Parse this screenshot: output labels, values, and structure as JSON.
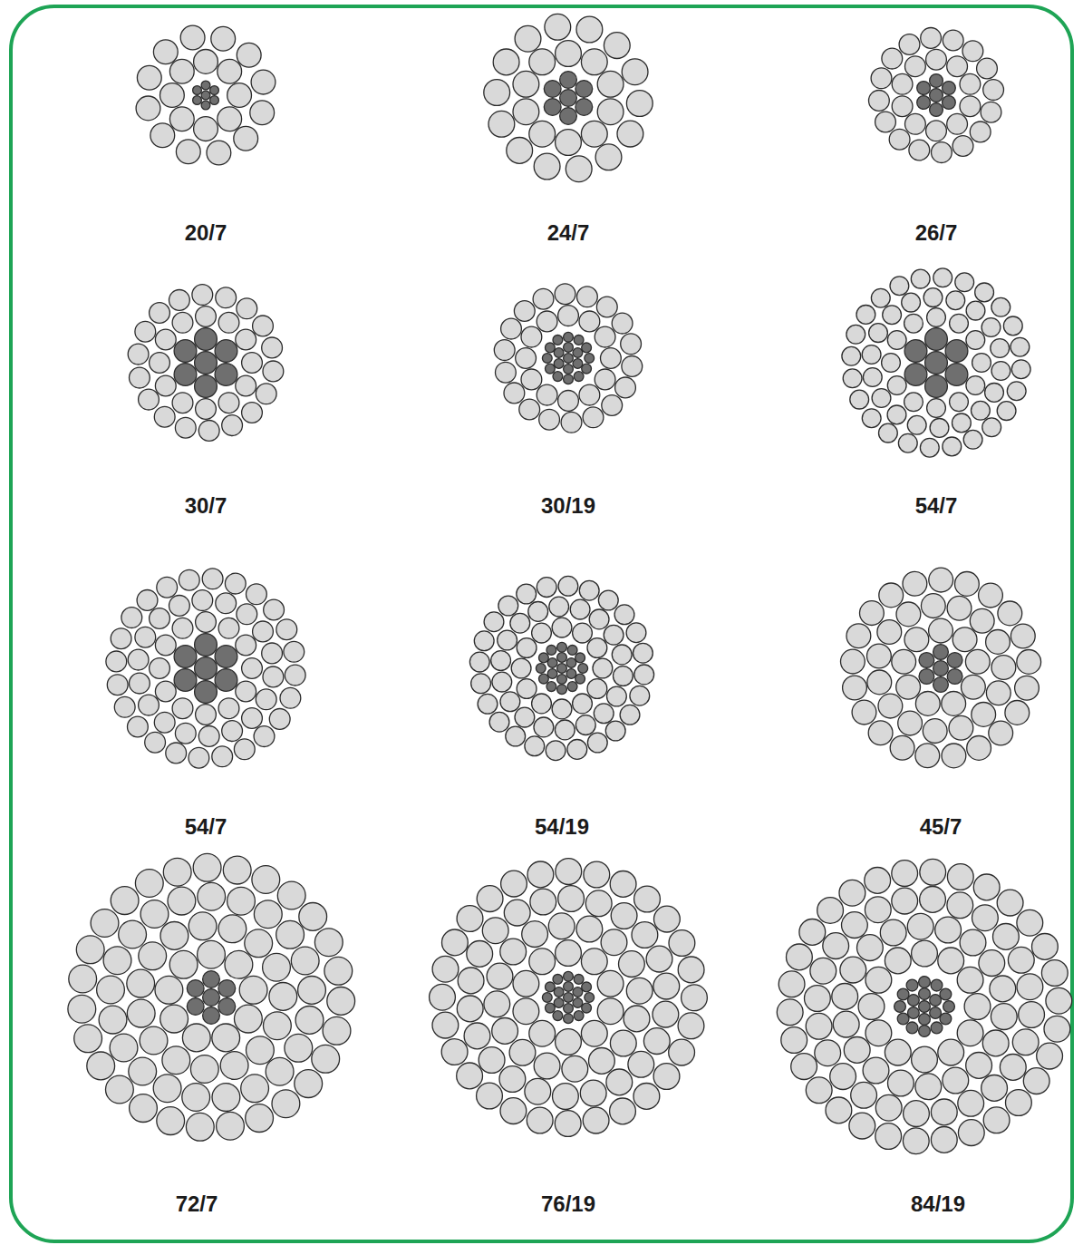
{
  "diagram": {
    "labels": [
      "20/7",
      "24/7",
      "26/7",
      "30/7",
      "30/19",
      "54/7",
      "54/7",
      "54/19",
      "45/7",
      "72/7",
      "76/19",
      "84/19"
    ]
  }
}
